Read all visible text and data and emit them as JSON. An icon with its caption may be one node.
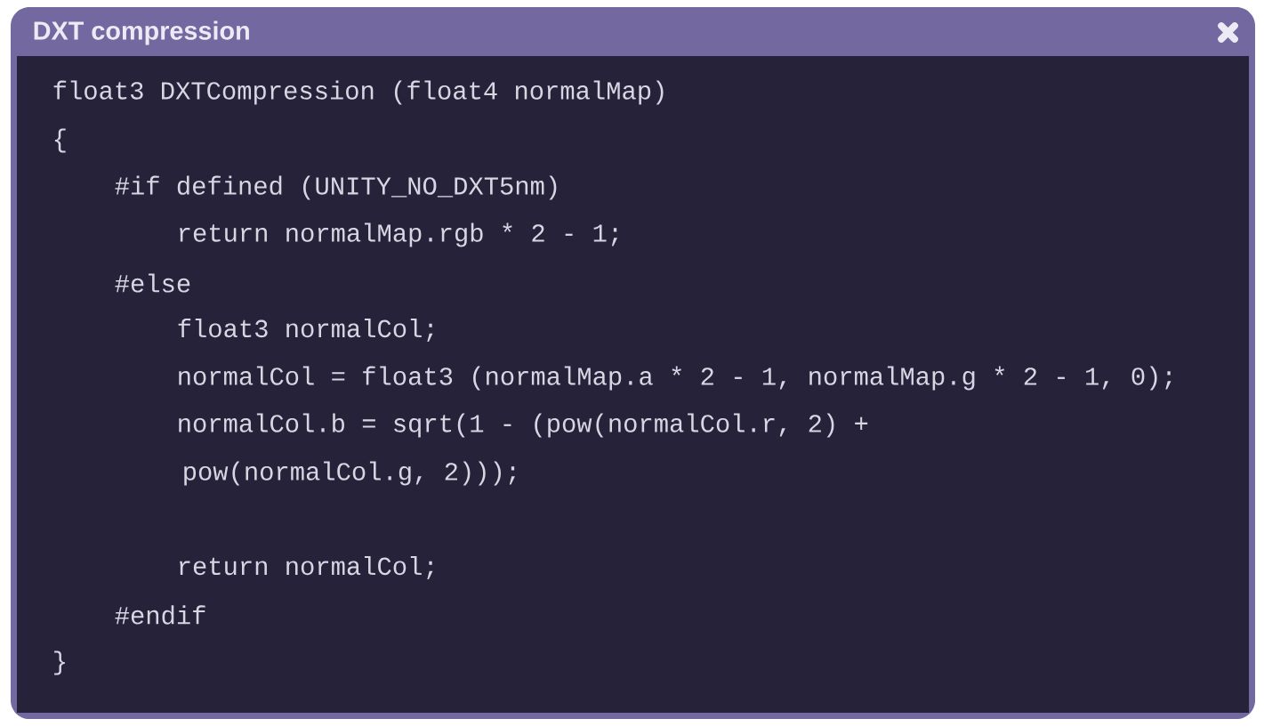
{
  "diagram": {
    "nodes": [
      {
        "text": [
          "DXT compression"
        ]
      }
    ],
    "labels": [
      "float3 DXTCompression (float4 normalMap)",
      "{",
      "#if defined (UNITY_NO_DXT5nm)",
      "return normalMap.rgb * 2 - 1;",
      "#else",
      "float3 normalCol;",
      "normalCol = float3 (normalMap.a * 2 - 1, normalMap.g * 2 - 1, 0);",
      "normalCol.b = sqrt(1 - (pow(normalCol.r, 2) +",
      "pow(normalCol.g, 2)));",
      "return normalCol;",
      "#endif",
      "}"
    ]
  }
}
